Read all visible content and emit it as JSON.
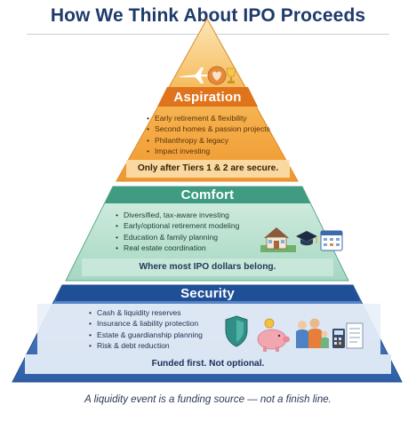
{
  "title": "How We Think About IPO Proceeds",
  "tiers": {
    "aspiration": {
      "heading": "Aspiration",
      "items": [
        "Early retirement & flexibility",
        "Second homes & passion projects",
        "Philanthropy & legacy",
        "Impact investing"
      ],
      "tagline": "Only after Tiers 1 & 2 are secure."
    },
    "comfort": {
      "heading": "Comfort",
      "items": [
        "Diversified, tax-aware investing",
        "Early/optional retirement modeling",
        "Education & family planning",
        "Real estate coordination"
      ],
      "tagline": "Where most IPO dollars belong."
    },
    "security": {
      "heading": "Security",
      "items": [
        "Cash & liquidity reserves",
        "Insurance & liability protection",
        "Estate & guardianship planning",
        "Risk & debt reduction"
      ],
      "tagline": "Funded first. Not optional."
    }
  },
  "footer": "A liquidity event is a funding source — not a finish line.",
  "colors": {
    "title": "#1e3a6b",
    "aspiration": "#f2a23a",
    "aspiration_band": "#e0741c",
    "comfort": "#a7d9c6",
    "comfort_band": "#3f9c82",
    "security": "#3f6fb5",
    "security_band": "#1f4f96"
  },
  "icons": {
    "aspiration": [
      "airplane-icon",
      "heart-icon",
      "trophy-icon"
    ],
    "comfort": [
      "house-icon",
      "graduation-cap-icon",
      "calendar-icon"
    ],
    "security": [
      "shield-icon",
      "piggy-bank-icon",
      "family-icon",
      "calculator-icon",
      "document-icon"
    ]
  }
}
